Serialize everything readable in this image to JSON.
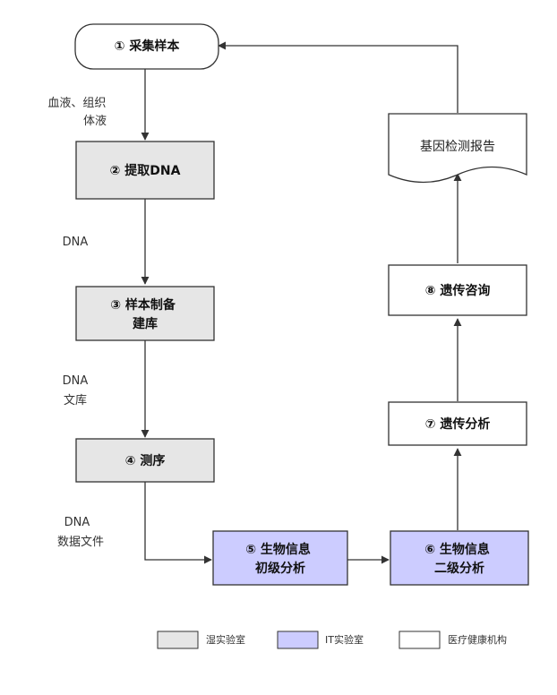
{
  "colors": {
    "wet": "#e6e6e6",
    "it": "#ccccff",
    "medical": "#ffffff",
    "stroke": "#333333"
  },
  "nodes": {
    "n1": "① 采集样本",
    "n2": "② 提取DNA",
    "n3": [
      "③ 样本制备",
      "建库"
    ],
    "n4": "④ 测序",
    "n5": [
      "⑤ 生物信息",
      "初级分析"
    ],
    "n6": [
      "⑥ 生物信息",
      "二级分析"
    ],
    "n7": "⑦ 遗传分析",
    "n8": "⑧ 遗传咨询",
    "report": "基因检测报告"
  },
  "edges": {
    "e12": [
      "血液、组织",
      "体液"
    ],
    "e23": [
      "DNA"
    ],
    "e34": [
      "DNA",
      "文库"
    ],
    "e45": [
      "DNA",
      "数据文件"
    ]
  },
  "legend": {
    "wet": "湿实验室",
    "it": "IT实验室",
    "medical": "医疗健康机构"
  }
}
